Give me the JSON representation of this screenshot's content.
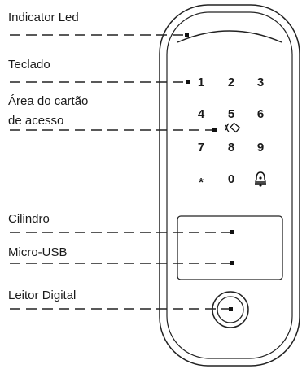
{
  "callouts": {
    "led": "Indicator Led",
    "keypad": "Teclado",
    "card_line1": "Área do cartão",
    "card_line2": "de acesso",
    "cylinder": "Cilindro",
    "usb": "Micro-USB",
    "fingerprint": "Leitor Digital"
  },
  "keypad": {
    "keys": [
      "1",
      "2",
      "3",
      "4",
      "5",
      "6",
      "7",
      "8",
      "9",
      "*",
      "0"
    ]
  },
  "icons": [
    "card-symbol-icon",
    "bell-icon"
  ]
}
